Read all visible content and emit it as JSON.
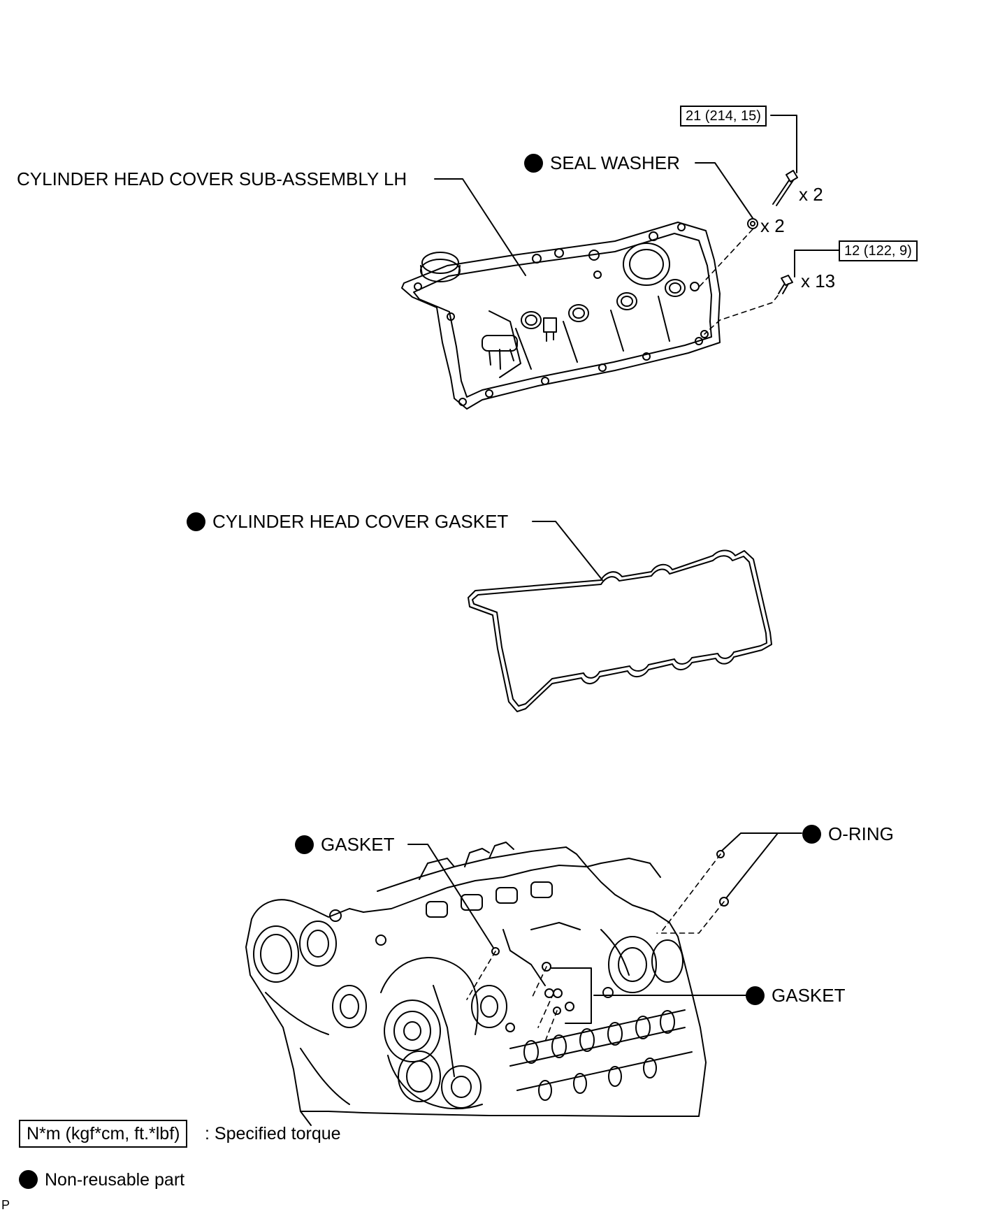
{
  "labels": {
    "cover": "CYLINDER HEAD COVER SUB-ASSEMBLY LH",
    "seal_washer": "SEAL WASHER",
    "gasket_cover": "CYLINDER HEAD COVER GASKET",
    "gasket_left": "GASKET",
    "o_ring": "O-RING",
    "gasket_right": "GASKET"
  },
  "torque": {
    "top": "21 (214, 15)",
    "mid": "12 (122, 9)"
  },
  "quantities": {
    "bolt_top": "x 2",
    "washer": "x 2",
    "bolt_mid": "x 13"
  },
  "legend": {
    "torque_box": "N*m (kgf*cm, ft.*lbf)",
    "torque_desc": ": Specified torque",
    "nonreusable": "Non-reusable part"
  },
  "corner_mark": "P"
}
